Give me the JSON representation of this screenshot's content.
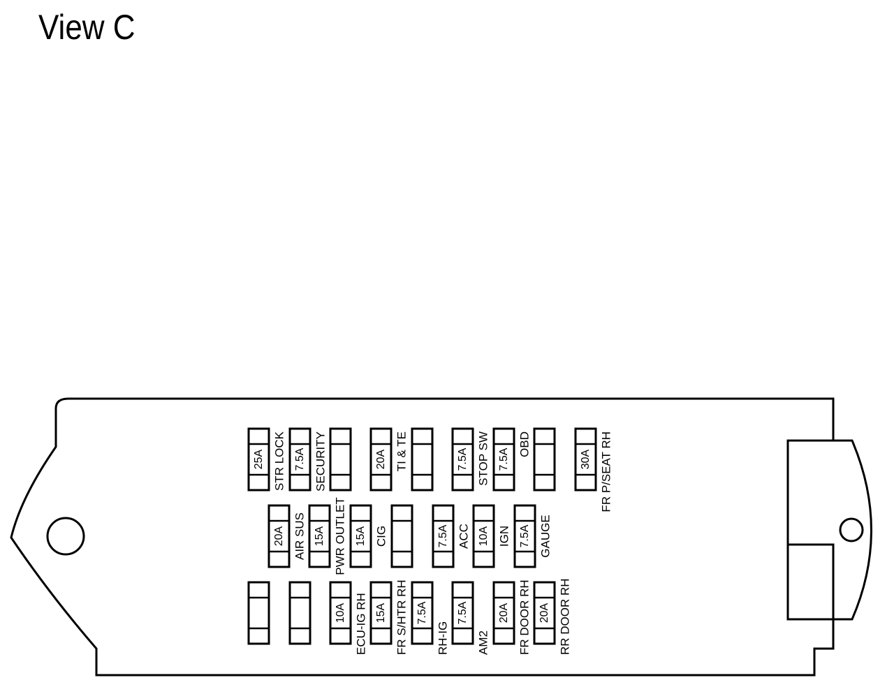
{
  "title": "View C",
  "fuses": [
    {
      "id": "str-lock",
      "rating": "25A",
      "label": "STR LOCK"
    },
    {
      "id": "security",
      "rating": "7.5A",
      "label": "SECURITY"
    },
    {
      "id": "spare-r1-1",
      "rating": "",
      "label": ""
    },
    {
      "id": "ti-te",
      "rating": "20A",
      "label": "TI & TE"
    },
    {
      "id": "spare-r1-2",
      "rating": "",
      "label": ""
    },
    {
      "id": "stop-sw",
      "rating": "7.5A",
      "label": "STOP SW"
    },
    {
      "id": "obd",
      "rating": "7.5A",
      "label": "OBD"
    },
    {
      "id": "spare-r1-3",
      "rating": "",
      "label": ""
    },
    {
      "id": "fr-p-seat-rh",
      "rating": "30A",
      "label": "FR P/SEAT RH"
    },
    {
      "id": "air-sus",
      "rating": "20A",
      "label": "AIR SUS"
    },
    {
      "id": "pwr-outlet",
      "rating": "15A",
      "label": "PWR OUTLET"
    },
    {
      "id": "cig",
      "rating": "15A",
      "label": "CIG"
    },
    {
      "id": "spare-r2-1",
      "rating": "",
      "label": ""
    },
    {
      "id": "acc",
      "rating": "7.5A",
      "label": "ACC"
    },
    {
      "id": "ign",
      "rating": "10A",
      "label": "IGN"
    },
    {
      "id": "gauge",
      "rating": "7.5A",
      "label": "GAUGE"
    },
    {
      "id": "spare-r3-1",
      "rating": "",
      "label": ""
    },
    {
      "id": "spare-r3-2",
      "rating": "",
      "label": ""
    },
    {
      "id": "ecu-ig-rh",
      "rating": "10A",
      "label": "ECU-IG RH"
    },
    {
      "id": "fr-s-htr-rh",
      "rating": "15A",
      "label": "FR S/HTR RH"
    },
    {
      "id": "rh-ig",
      "rating": "7.5A",
      "label": "RH-IG"
    },
    {
      "id": "am2",
      "rating": "7.5A",
      "label": "AM2"
    },
    {
      "id": "fr-door-rh",
      "rating": "20A",
      "label": "FR DOOR RH"
    },
    {
      "id": "rr-door-rh",
      "rating": "20A",
      "label": "RR DOOR RH"
    }
  ]
}
